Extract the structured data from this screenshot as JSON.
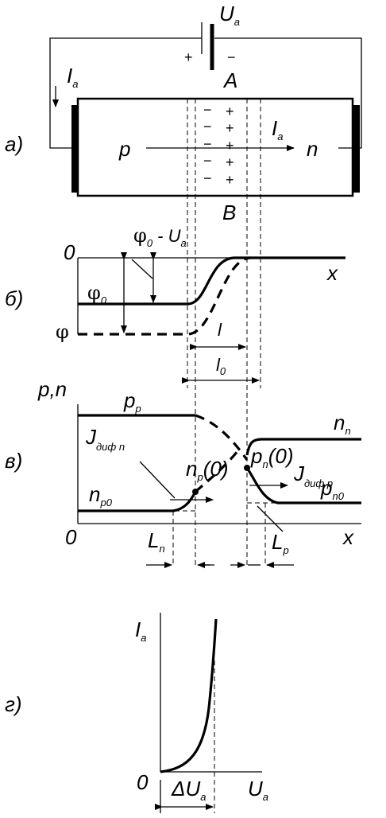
{
  "panel_labels": {
    "a": "а)",
    "b": "б)",
    "v": "в)",
    "g": "г)"
  },
  "panel_a": {
    "ua": "U",
    "ua_sub": "a",
    "ia": "I",
    "ia_sub": "a",
    "plus": "+",
    "minus": "−",
    "point_a": "A",
    "point_b": "B",
    "p_region": "p",
    "n_region": "n",
    "current": "I",
    "current_sub": "a"
  },
  "panel_b": {
    "zero": "0",
    "phi0_minus_ua_phi": "φ",
    "phi0_minus_ua_sub0": "0",
    "phi0_minus_ua_rest": " - U",
    "phi0_minus_ua_suba": "a",
    "phi0": "φ",
    "phi0_sub": "0",
    "phi": "φ",
    "x": "x",
    "l": "l",
    "l0": "l",
    "l0_sub": "0"
  },
  "panel_v": {
    "axis": "p,n",
    "pp": "p",
    "pp_sub": "p",
    "nn": "n",
    "nn_sub": "n",
    "jn": "J",
    "jn_sub": "диф n",
    "np0_at": "n",
    "np0_at_sub": "p",
    "np0_at_arg": "(0)",
    "pn0_at": "p",
    "pn0_at_sub": "n",
    "pn0_at_arg": "(0)",
    "jp": "J",
    "jp_sub": "диф p",
    "np0": "n",
    "np0_sub": "p0",
    "pn0": "p",
    "pn0_sub": "n0",
    "zero": "0",
    "x": "x",
    "ln": "L",
    "ln_sub": "n",
    "lp": "L",
    "lp_sub": "p"
  },
  "panel_g": {
    "ia": "I",
    "ia_sub": "a",
    "zero": "0",
    "delta": "Δ",
    "du": "U",
    "du_sub": "a",
    "ua": "U",
    "ua_sub": "a"
  }
}
